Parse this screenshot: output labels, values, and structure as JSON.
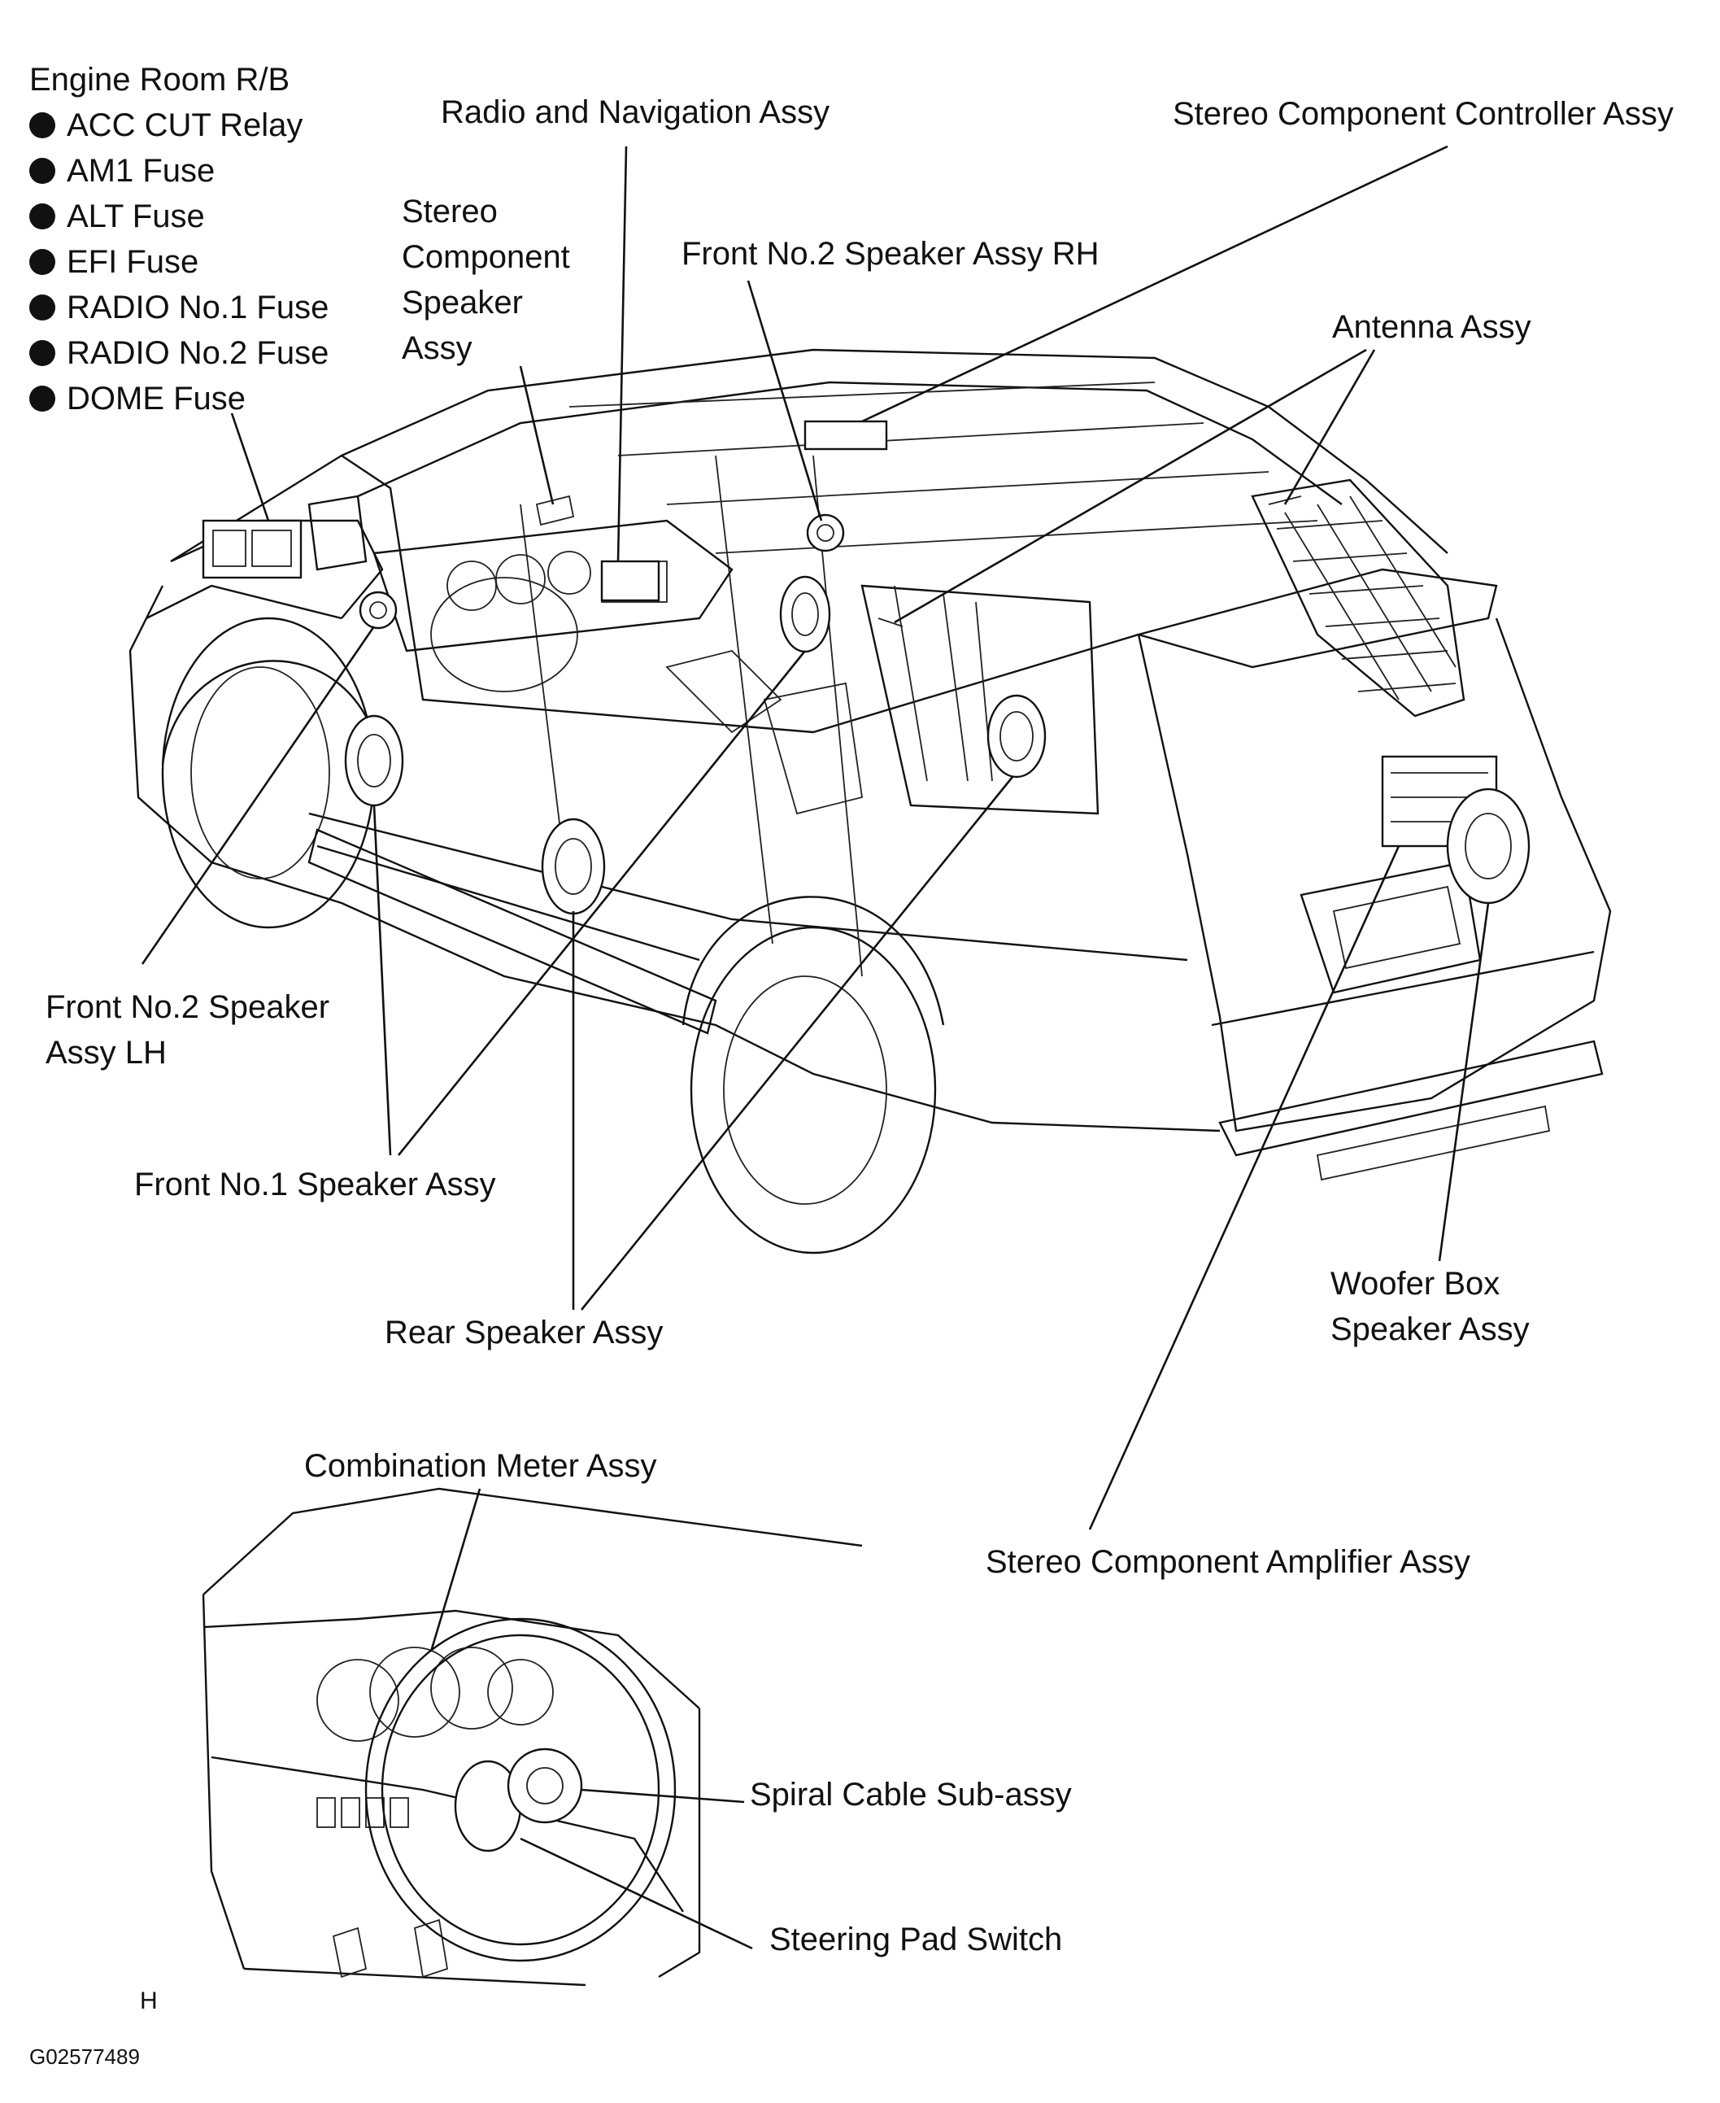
{
  "engine_room": {
    "title": "Engine Room R/B",
    "items": [
      "ACC CUT Relay",
      "AM1 Fuse",
      "ALT Fuse",
      "EFI Fuse",
      "RADIO No.1 Fuse",
      "RADIO No.2 Fuse",
      "DOME Fuse"
    ]
  },
  "labels": {
    "radio_nav": "Radio and Navigation Assy",
    "stereo_controller": "Stereo Component Controller Assy",
    "stereo_speaker": [
      "Stereo",
      "Component",
      "Speaker",
      "Assy"
    ],
    "front_no2_rh": "Front No.2 Speaker Assy RH",
    "antenna": "Antenna Assy",
    "front_no2_lh": [
      "Front No.2 Speaker",
      "Assy LH"
    ],
    "front_no1": "Front No.1 Speaker Assy",
    "rear_speaker": "Rear Speaker Assy",
    "woofer": [
      "Woofer Box",
      "Speaker Assy"
    ],
    "combination_meter": "Combination Meter Assy",
    "stereo_amplifier": "Stereo Component Amplifier Assy",
    "spiral_cable": "Spiral Cable Sub-assy",
    "steering_pad": "Steering Pad Switch"
  },
  "footer": {
    "view_letter": "H",
    "figure_code": "G02577489"
  }
}
